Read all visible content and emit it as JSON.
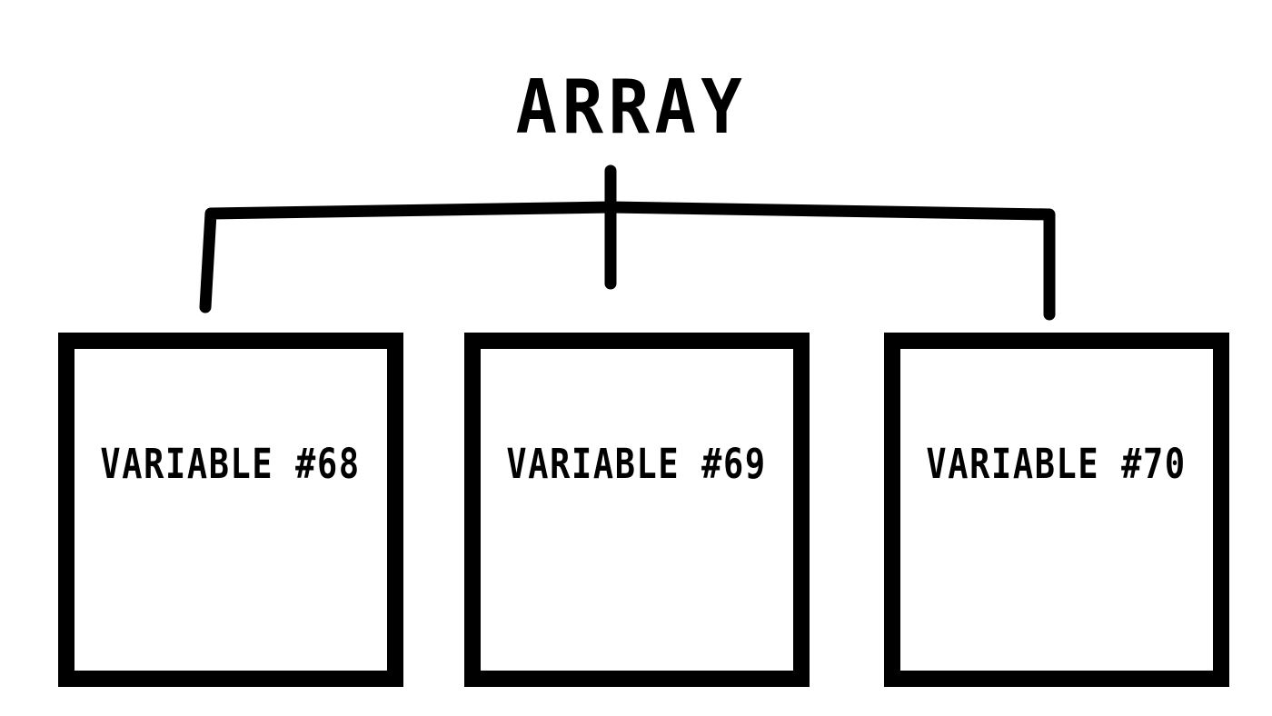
{
  "title": "ARRAY",
  "elements": [
    {
      "label": "VARIABLE #68"
    },
    {
      "label": "VARIABLE #69"
    },
    {
      "label": "VARIABLE #70"
    }
  ],
  "colors": {
    "stroke": "#000000",
    "background": "#ffffff"
  }
}
